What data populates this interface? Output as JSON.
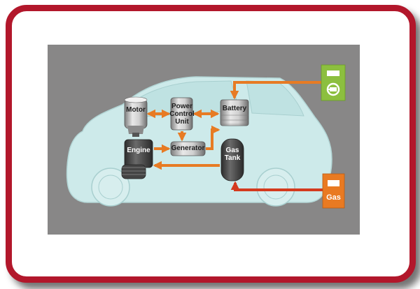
{
  "components": {
    "motor": "Motor",
    "pcu": "Power\nControl\nUnit",
    "battery": "Battery",
    "engine": "Engine",
    "generator": "Generator",
    "gas_tank": "Gas\nTank"
  },
  "stations": {
    "gas": "Gas"
  },
  "icons": {
    "charging_station": "plug-icon",
    "gas_station": "fuel-pump-icon"
  },
  "colors": {
    "frame": "#b2172b",
    "panel": "#888787",
    "car_body": "#cdeaea",
    "arrow": "#e77b24",
    "charging_station": "#8cbf3f",
    "gas_station": "#e97a22",
    "gas_line": "#d43a1e"
  }
}
